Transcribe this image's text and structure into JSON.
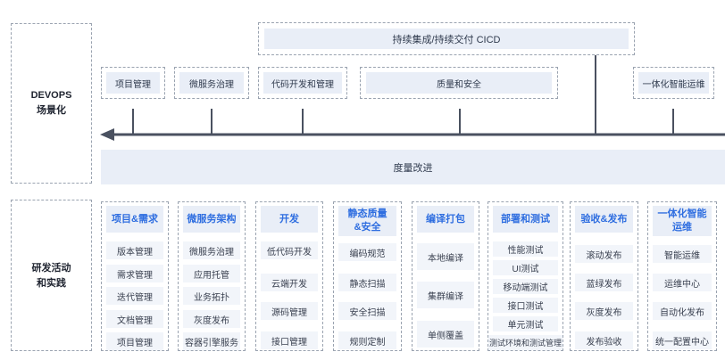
{
  "scene": {
    "label_line1": "DEVOPS",
    "label_line2": "场景化",
    "cicd": "持续集成/持续交付 CICD",
    "boxes": [
      "项目管理",
      "微服务治理",
      "代码开发和管理",
      "质量和安全",
      "一体化智能运维"
    ],
    "metrics": "度量改进"
  },
  "practice": {
    "label_line1": "研发活动",
    "label_line2": "和实践",
    "columns": [
      {
        "title": "项目&需求",
        "items": [
          "版本管理",
          "需求管理",
          "迭代管理",
          "文档管理",
          "项目管理"
        ]
      },
      {
        "title": "微服务架构",
        "items": [
          "微服务治理",
          "应用托管",
          "业务拓扑",
          "灰度发布",
          "容器引擎服务"
        ]
      },
      {
        "title": "开发",
        "items": [
          "低代码开发",
          "云端开发",
          "源码管理",
          "接口管理"
        ]
      },
      {
        "title_line1": "静态质量",
        "title_line2": "&安全",
        "items": [
          "编码规范",
          "静态扫描",
          "安全扫描",
          "规则定制"
        ]
      },
      {
        "title": "编译打包",
        "items": [
          "本地编译",
          "集群编译",
          "单侧覆盖"
        ]
      },
      {
        "title": "部署和测试",
        "items": [
          "性能测试",
          "UI测试",
          "移动端测试",
          "接口测试",
          "单元测试",
          "测试环境和测试管理"
        ]
      },
      {
        "title": "验收&发布",
        "items": [
          "滚动发布",
          "蓝绿发布",
          "灰度发布",
          "发布验收"
        ]
      },
      {
        "title_line1": "一体化智能",
        "title_line2": "运维",
        "items": [
          "智能运维",
          "运维中心",
          "自动化发布",
          "统一配置中心"
        ]
      }
    ]
  }
}
